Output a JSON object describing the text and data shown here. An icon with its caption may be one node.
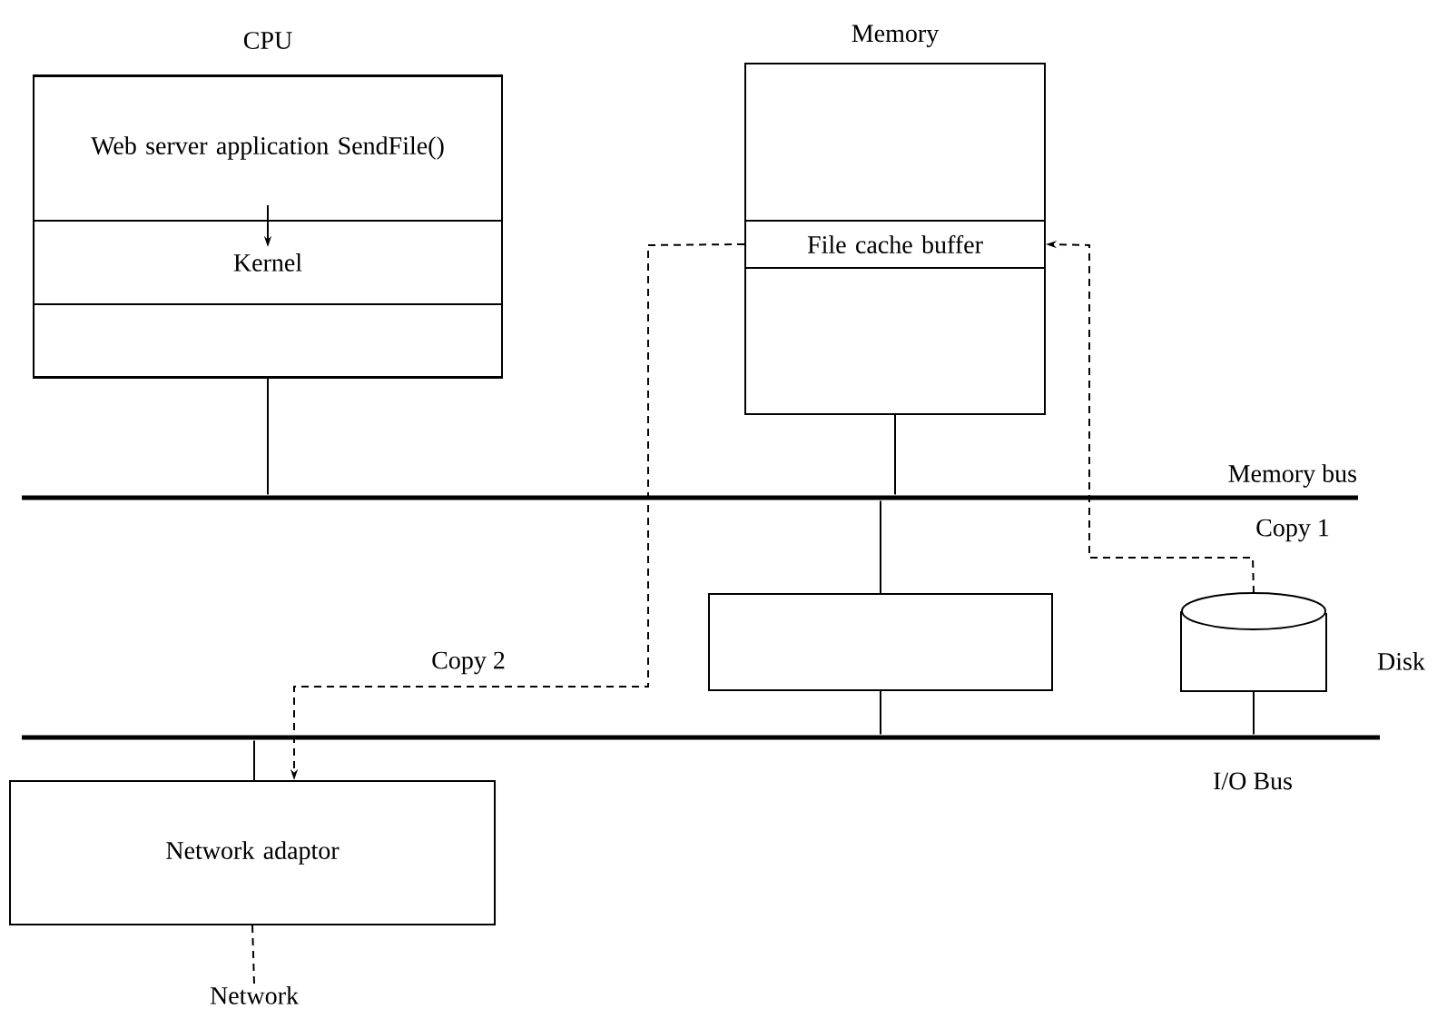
{
  "diagram": {
    "nodes": [
      {
        "text": [
          "CPU"
        ]
      },
      {
        "text": [
          "Web server application SendFile()"
        ],
        "in": 0
      },
      {
        "text": [
          "Kernel"
        ],
        "in": 0
      },
      {
        "text": [],
        "shape": "box",
        "in": 0
      },
      {
        "text": [
          "Memory"
        ]
      },
      {
        "text": [
          "File cache buffer"
        ],
        "in": 4
      },
      {
        "text": [
          "Memory bus"
        ]
      },
      {
        "text": [],
        "shape": "box"
      },
      {
        "text": [
          "Disk"
        ]
      },
      {
        "text": [
          "I/O Bus"
        ]
      },
      {
        "text": [
          "Network adaptor"
        ]
      },
      {
        "text": [
          "Network"
        ]
      }
    ],
    "edges": [
      {
        "from": 1,
        "to": 2,
        "arrow": "to"
      },
      {
        "from": 0,
        "to": 6,
        "arrow": "none"
      },
      {
        "from": 4,
        "to": 6,
        "arrow": "none"
      },
      {
        "from": 6,
        "to": 7,
        "arrow": "none"
      },
      {
        "from": 7,
        "to": 9,
        "arrow": "none"
      },
      {
        "from": 8,
        "to": 9,
        "arrow": "none"
      },
      {
        "from": 9,
        "to": 10,
        "arrow": "none"
      },
      {
        "from": 10,
        "to": 11,
        "arrow": "none",
        "style": "dashed"
      },
      {
        "from": 8,
        "to": 5,
        "arrow": "to",
        "style": "dashed",
        "label": "Copy 1"
      },
      {
        "from": 5,
        "to": 10,
        "arrow": "to",
        "style": "dashed",
        "label": "Copy 2"
      }
    ]
  }
}
